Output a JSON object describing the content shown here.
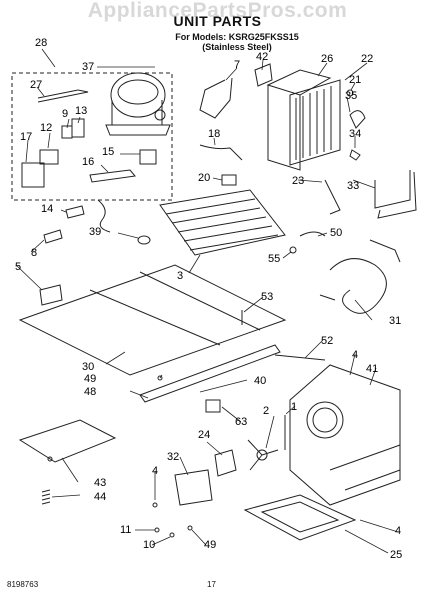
{
  "watermark": "AppliancePartsPros.com",
  "header": {
    "title": "UNIT PARTS",
    "models_line": "For Models: KSRG25FKSS15",
    "variant_line": "(Stainless Steel)"
  },
  "callouts": [
    "28",
    "37",
    "7",
    "42",
    "26",
    "22",
    "27",
    "21",
    "35",
    "13",
    "9",
    "12",
    "17",
    "15",
    "16",
    "34",
    "18",
    "20",
    "23",
    "33",
    "14",
    "39",
    "50",
    "8",
    "55",
    "3",
    "5",
    "53",
    "31",
    "52",
    "30",
    "4",
    "41",
    "49",
    "40",
    "48",
    "1",
    "2",
    "63",
    "24",
    "32",
    "43",
    "44",
    "4",
    "11",
    "10",
    "49",
    "25",
    "4"
  ],
  "footer": {
    "left": "8198763",
    "center": "17"
  }
}
